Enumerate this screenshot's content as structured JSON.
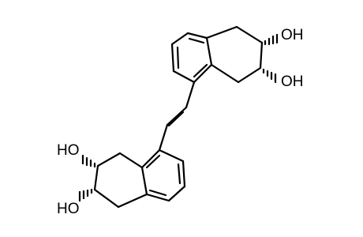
{
  "figure": {
    "type": "chemical-structure",
    "background": "#ffffff",
    "bond_color": "#000000"
  },
  "labels": {
    "oh_upper_1": "OH",
    "oh_upper_2": "OH",
    "ho_lower_1": "HO",
    "ho_lower_2": "HO"
  }
}
